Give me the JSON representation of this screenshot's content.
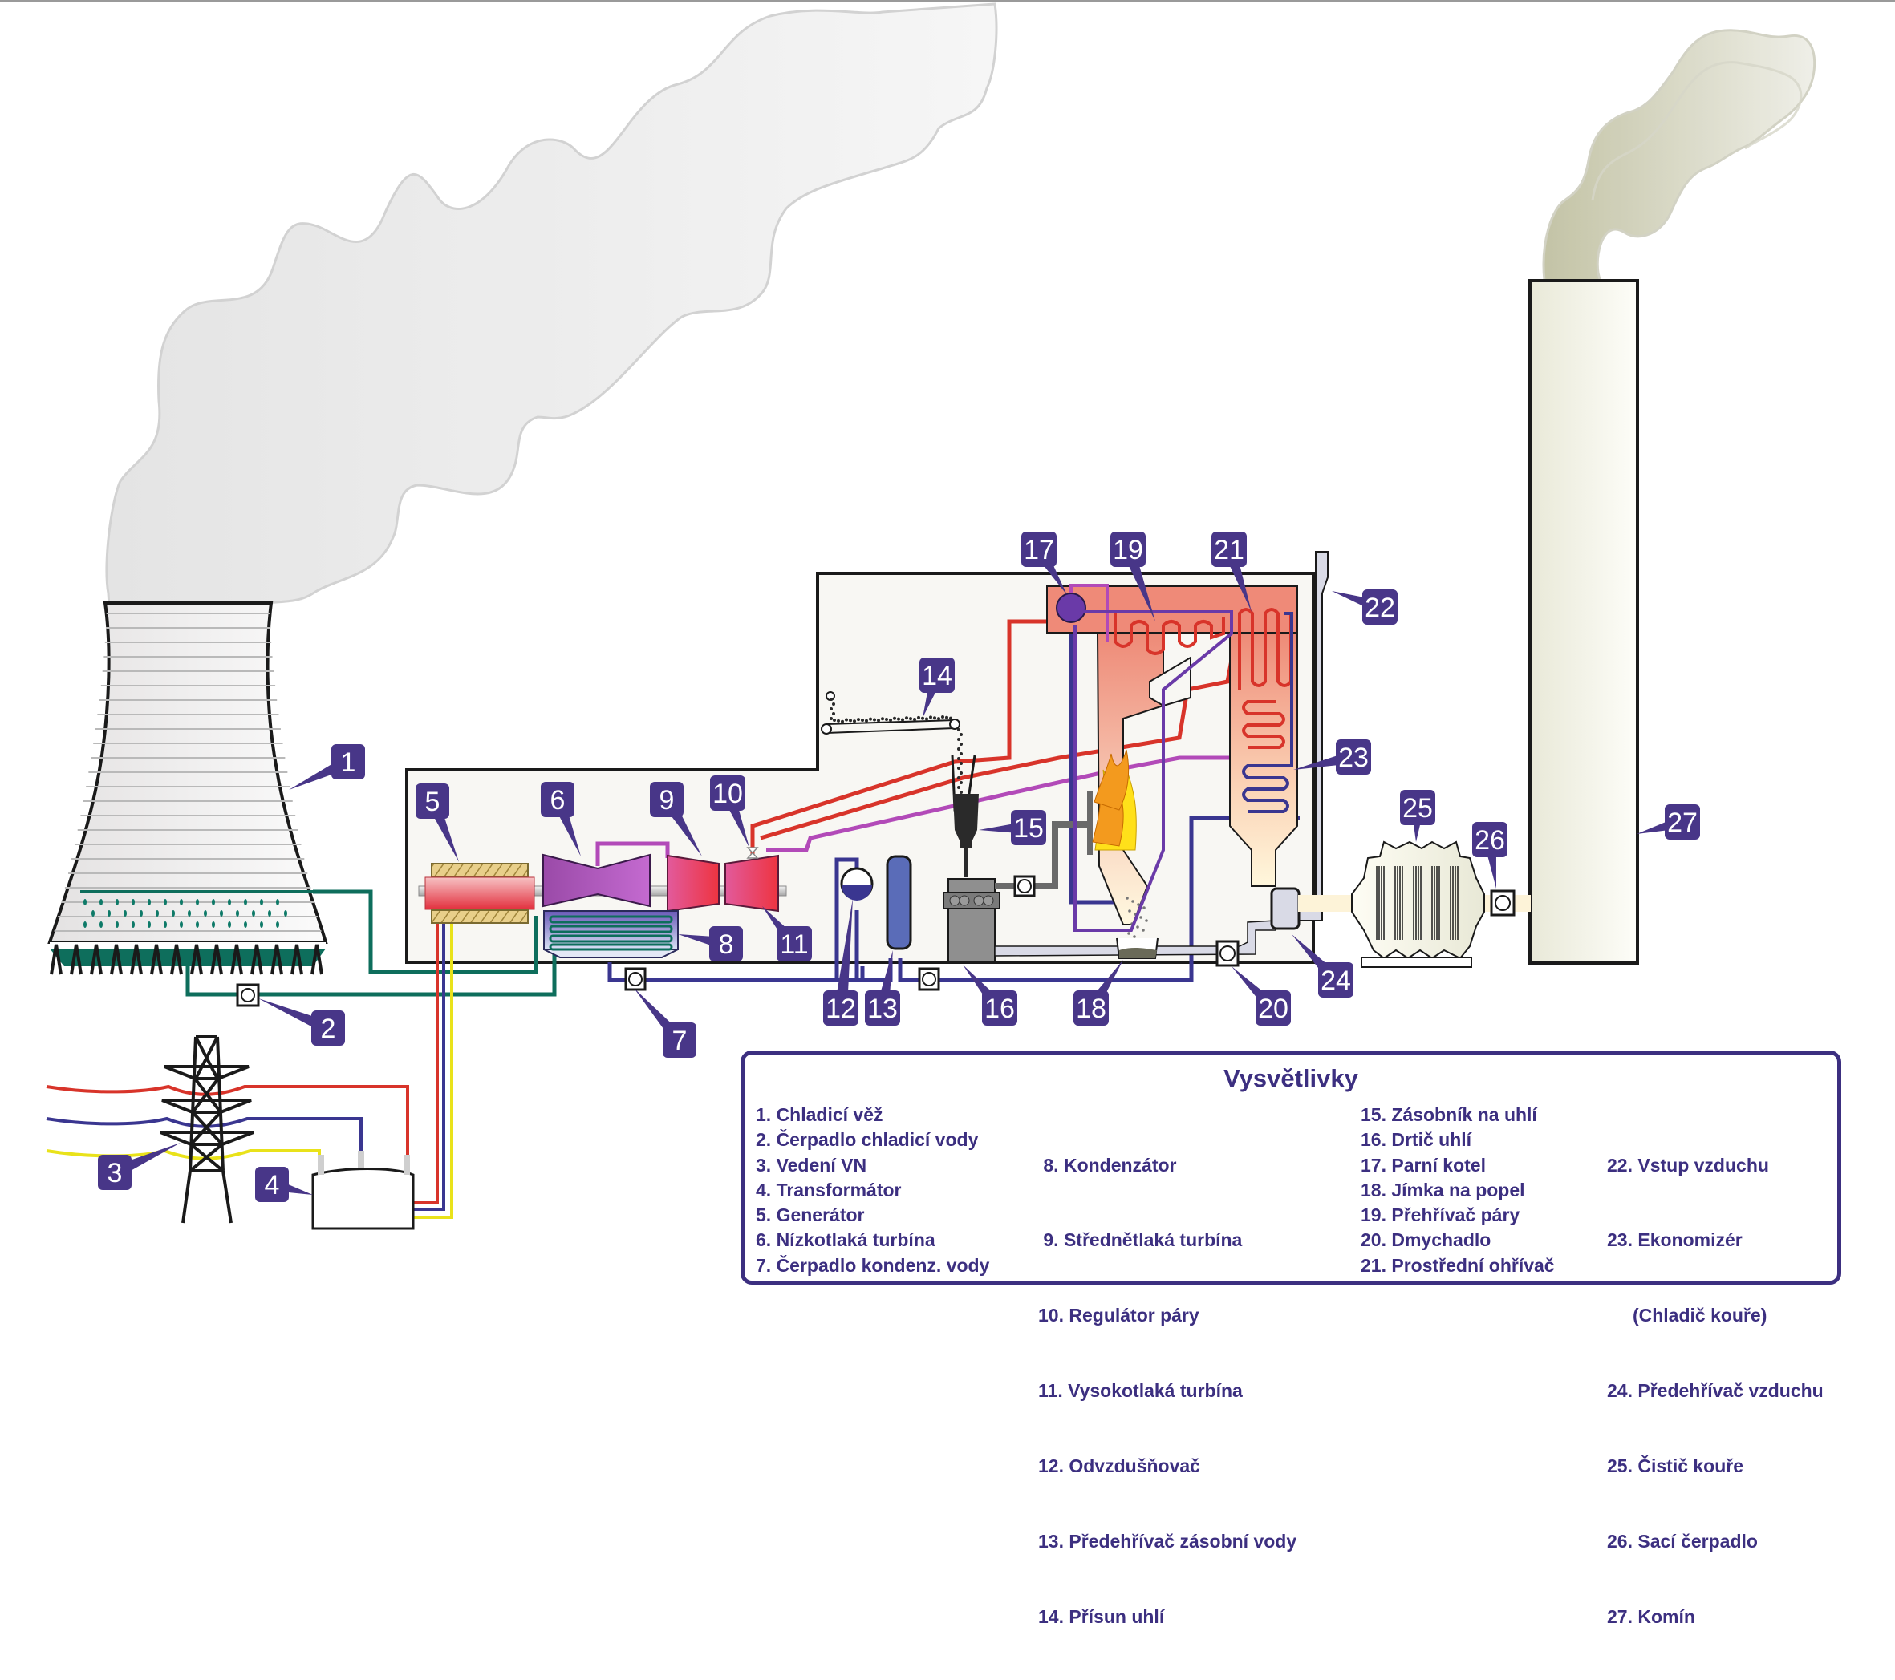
{
  "colors": {
    "badge": "#483688",
    "legend_text": "#3c2f80",
    "cooling_water": "#0e6e5c",
    "steam_hot": "#d8342a",
    "steam_mid": "#b24ab8",
    "feed_water": "#3a3690",
    "boiler_hot": "#ef8a78",
    "building_fill": "#f8f7f3",
    "flame_orange": "#f39a1e",
    "flame_yellow": "#ffe01a",
    "flue_gas": "#fdf3d8",
    "air_duct": "#d9dae6",
    "smoke_chimney": "#c2c2a4",
    "steam_cloud": "#e6e6e6"
  },
  "labels": [
    {
      "num": "1",
      "target": "cooling-tower"
    },
    {
      "num": "2",
      "target": "cooling-water-pump"
    },
    {
      "num": "3",
      "target": "power-line"
    },
    {
      "num": "4",
      "target": "transformer"
    },
    {
      "num": "5",
      "target": "generator"
    },
    {
      "num": "6",
      "target": "low-pressure-turbine"
    },
    {
      "num": "7",
      "target": "condensate-pump"
    },
    {
      "num": "8",
      "target": "condenser"
    },
    {
      "num": "9",
      "target": "intermediate-pressure-turbine"
    },
    {
      "num": "10",
      "target": "steam-regulator"
    },
    {
      "num": "11",
      "target": "high-pressure-turbine"
    },
    {
      "num": "12",
      "target": "deaerator"
    },
    {
      "num": "13",
      "target": "feedwater-heater"
    },
    {
      "num": "14",
      "target": "coal-conveyor"
    },
    {
      "num": "15",
      "target": "coal-hopper"
    },
    {
      "num": "16",
      "target": "coal-crusher"
    },
    {
      "num": "17",
      "target": "steam-drum"
    },
    {
      "num": "18",
      "target": "ash-pit"
    },
    {
      "num": "19",
      "target": "superheater"
    },
    {
      "num": "20",
      "target": "forced-draft-fan"
    },
    {
      "num": "21",
      "target": "reheater"
    },
    {
      "num": "22",
      "target": "air-intake"
    },
    {
      "num": "23",
      "target": "economizer"
    },
    {
      "num": "24",
      "target": "air-preheater"
    },
    {
      "num": "25",
      "target": "precipitator"
    },
    {
      "num": "26",
      "target": "induced-draft-fan"
    },
    {
      "num": "27",
      "target": "chimney"
    }
  ],
  "legend": {
    "title": "Vysvětlivky",
    "columns": [
      [
        "1. Chladicí věž",
        "2. Čerpadlo chladicí vody",
        "3. Vedení VN",
        "4. Transformátor",
        "5. Generátor",
        "6. Nízkotlaká turbína",
        "7. Čerpadlo kondenz. vody"
      ],
      [
        " 8. Kondenzátor",
        " 9. Střednětlaká turbína",
        "10. Regulátor páry",
        "11. Vysokotlaká turbína",
        "12. Odvzdušňovač",
        "13. Předehřívač zásobní vody",
        "14. Přísun uhlí"
      ],
      [
        "15. Zásobník na uhlí",
        "16. Drtič uhlí",
        "17. Parní kotel",
        "18. Jímka na popel",
        "19. Přehřívač páry",
        "20. Dmychadlo",
        "21. Prostřední ohřívač"
      ],
      [
        "22. Vstup vzduchu",
        "23. Ekonomizér",
        "     (Chladič kouře)",
        "24. Předehřívač vzduchu",
        "25. Čistič kouře",
        "26. Sací čerpadlo",
        "27. Komín"
      ]
    ]
  }
}
